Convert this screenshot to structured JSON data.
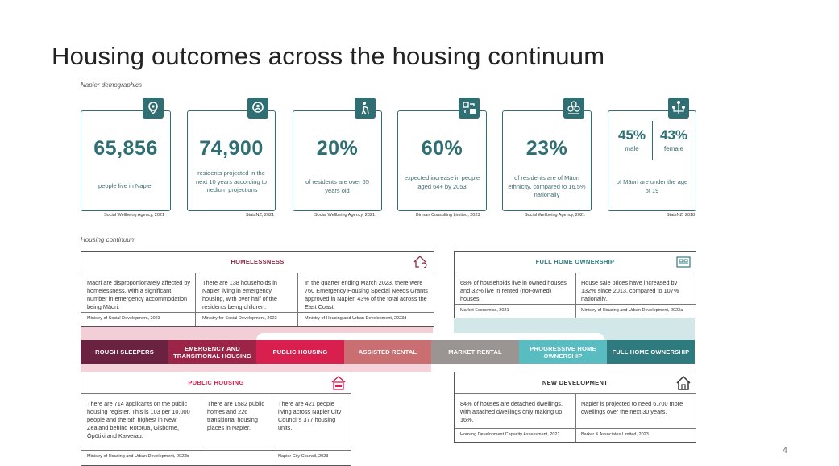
{
  "title": "Housing outcomes across the housing continuum",
  "demographics": {
    "label": "Napier demographics",
    "cards": [
      {
        "value": "65,856",
        "desc": "people live in Napier",
        "source": "Social Wellbeing Agency, 2021",
        "icon": "location-pin-icon"
      },
      {
        "value": "74,900",
        "desc": "residents projected in the next 10 years according to medium projections",
        "source": "StatsNZ, 2021",
        "icon": "location-pin-icon"
      },
      {
        "value": "20%",
        "desc": "of residents are over 65 years old",
        "source": "Social Wellbeing Agency, 2021",
        "icon": "elderly-person-icon"
      },
      {
        "value": "60%",
        "desc": "expected increase in people aged 64+ by 2053",
        "source": "Birman Consulting Limited, 2023",
        "icon": "trend-arrow-icon"
      },
      {
        "value": "23%",
        "desc": "of residents are of Māori ethnicity, compared to 16.5% nationally",
        "source": "Social Wellbeing Agency, 2021",
        "icon": "people-group-icon"
      }
    ],
    "gender_card": {
      "male_value": "45%",
      "male_label": "male",
      "female_value": "43%",
      "female_label": "female",
      "desc": "of Māori are under the age of 19",
      "source": "StatsNZ, 2018",
      "icon": "family-tree-icon"
    }
  },
  "continuum": {
    "label": "Housing continuum",
    "segments": [
      {
        "label": "ROUGH SLEEPERS",
        "color": "#6b2240"
      },
      {
        "label": "EMERGENCY AND TRANSITIONAL HOUSING",
        "color": "#9b2447"
      },
      {
        "label": "PUBLIC HOUSING",
        "color": "#d81f4e"
      },
      {
        "label": "ASSISTED RENTAL",
        "color": "#c96f72"
      },
      {
        "label": "MARKET RENTAL",
        "color": "#9a9493"
      },
      {
        "label": "PROGRESSIVE HOME OWNERSHIP",
        "color": "#58bcc0"
      },
      {
        "label": "FULL HOME OWNERSHIP",
        "color": "#2f7a7e"
      }
    ]
  },
  "homelessness": {
    "title": "HOMELESSNESS",
    "title_color": "#8a2a45",
    "icon": "house-cycle-icon",
    "cols": [
      {
        "text": "Māori are disproportionately affected by homelessness, with a significant number in emergency accommodation being Māori.",
        "source": "Ministry of Social Development, 2023"
      },
      {
        "text": "There are 138 households in Napier living in emergency housing, with over half of the residents being children.",
        "source": "Ministry for Social Development, 2023"
      },
      {
        "text": "In the quarter ending March 2023, there were 760 Emergency Housing Special Needs Grants approved in Napier, 43% of the total across the East Coast.",
        "source": "Ministry of Housing and Urban Development, 2023d"
      }
    ]
  },
  "full_ownership": {
    "title": "FULL HOME OWNERSHIP",
    "title_color": "#2f7a7e",
    "icon": "bed-icon",
    "cols": [
      {
        "text": "68% of households live in owned houses and 32% live in rented (not-owned) houses.",
        "source": "Market Economics, 2021"
      },
      {
        "text": "House sale prices have increased by 132% since 2013, compared to 107% nationally.",
        "source": "Ministry of Housing and Urban Development, 2023a"
      }
    ]
  },
  "public_housing": {
    "title": "PUBLIC HOUSING",
    "title_color": "#d81f4e",
    "icon": "house-bed-icon",
    "cols": [
      {
        "text": "There are 714 applicants on the public housing register. This is 103 per 10,000 people and the 5th highest in New Zealand behind Rotorua, Gisborne, Ōpōtiki and Kawerau.",
        "source": "Ministry of Housing and Urban Development, 2023b"
      },
      {
        "text": "There are 1582 public homes and 226 transitional housing places in Napier.",
        "source": ""
      },
      {
        "text": "There are 421 people living across Napier City Council's 377 housing units.",
        "source": "Napier City Council, 2023"
      }
    ]
  },
  "new_development": {
    "title": "NEW DEVELOPMENT",
    "title_color": "#333333",
    "icon": "house-outline-icon",
    "cols": [
      {
        "text": "84% of houses are detached dwellings, with attached dwellings only making up 16%.",
        "source": "Housing Development Capacity Assessment, 2021"
      },
      {
        "text": "Napier is projected to need 6,700 more dwellings over the next 30 years.",
        "source": "Barker & Associates Limited, 2023"
      }
    ]
  },
  "page_number": "4"
}
